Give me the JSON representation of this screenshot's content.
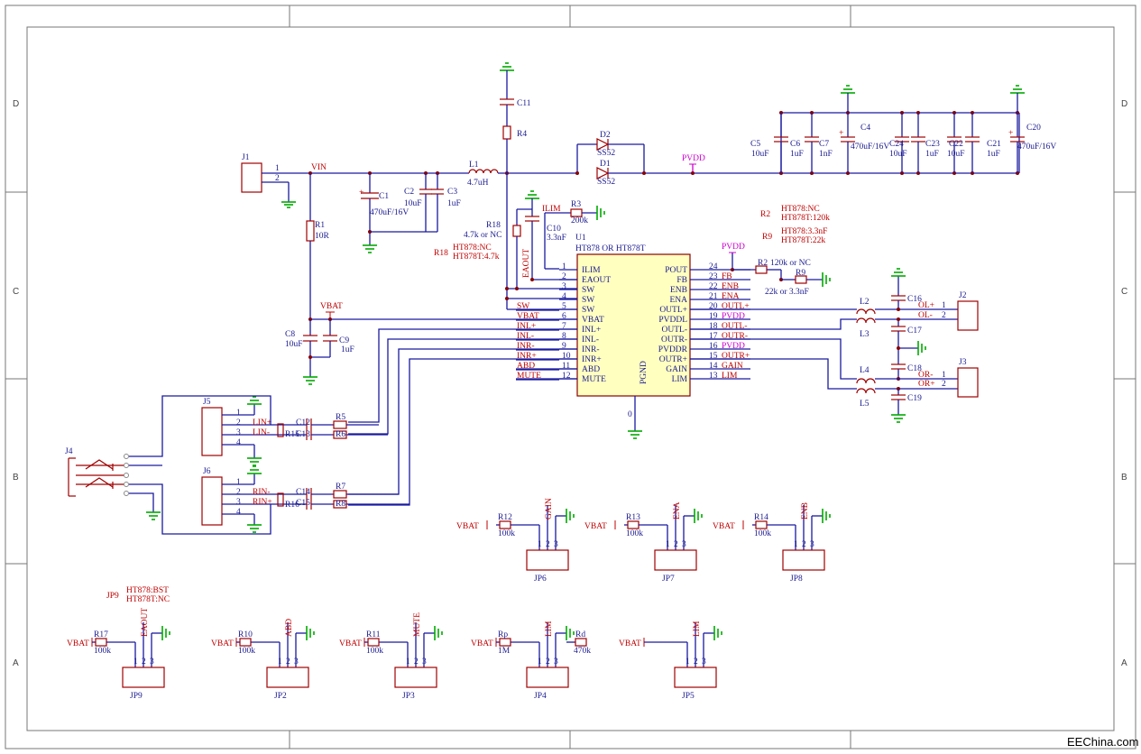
{
  "frame": {
    "col_labels": [
      "D",
      "C",
      "B",
      "A"
    ],
    "watermark": "EEChina.com"
  },
  "ic": {
    "ref": "U1",
    "part": "HT878  OR  HT878T",
    "left_pins": [
      {
        "num": "1",
        "name": "ILIM",
        "net": ""
      },
      {
        "num": "2",
        "name": "EAOUT",
        "net": ""
      },
      {
        "num": "3",
        "name": "SW",
        "net": ""
      },
      {
        "num": "4",
        "name": "SW",
        "net": ""
      },
      {
        "num": "5",
        "name": "SW",
        "net": "SW"
      },
      {
        "num": "6",
        "name": "VBAT",
        "net": "VBAT"
      },
      {
        "num": "7",
        "name": "INL+",
        "net": "INL+"
      },
      {
        "num": "8",
        "name": "INL-",
        "net": "INL-"
      },
      {
        "num": "9",
        "name": "INR-",
        "net": "INR-"
      },
      {
        "num": "10",
        "name": "INR+",
        "net": "INR+"
      },
      {
        "num": "11",
        "name": "ABD",
        "net": "ABD"
      },
      {
        "num": "12",
        "name": "MUTE",
        "net": "MUTE"
      }
    ],
    "right_pins": [
      {
        "num": "24",
        "name": "POUT",
        "net": ""
      },
      {
        "num": "23",
        "name": "FB",
        "net": "FB"
      },
      {
        "num": "22",
        "name": "ENB",
        "net": "ENB"
      },
      {
        "num": "21",
        "name": "ENA",
        "net": "ENA"
      },
      {
        "num": "20",
        "name": "OUTL+",
        "net": "OUTL+"
      },
      {
        "num": "19",
        "name": "PVDDL",
        "net": "PVDD"
      },
      {
        "num": "18",
        "name": "OUTL-",
        "net": "OUTL-"
      },
      {
        "num": "17",
        "name": "OUTR-",
        "net": "OUTR-"
      },
      {
        "num": "16",
        "name": "PVDDR",
        "net": "PVDD"
      },
      {
        "num": "15",
        "name": "OUTR+",
        "net": "OUTR+"
      },
      {
        "num": "14",
        "name": "GAIN",
        "net": "GAIN"
      },
      {
        "num": "13",
        "name": "LIM",
        "net": "LIM"
      }
    ],
    "bottom_pin": {
      "num": "0",
      "name": "PGND"
    }
  },
  "labels": {
    "j1": "J1",
    "j1p1": "1",
    "j1p2": "2",
    "vin": "VIN",
    "r1": "R1",
    "r1v": "10R",
    "c1": "C1",
    "c1v": "470uF/16V",
    "c2": "C2",
    "c2v": "10uF",
    "c3": "C3",
    "c3v": "1uF",
    "l1": "L1",
    "l1v": "4.7uH",
    "c11": "C11",
    "r4": "R4",
    "d2": "D2",
    "d2v": "SS52",
    "d1": "D1",
    "d1v": "SS52",
    "pvdd": "PVDD",
    "c5": "C5",
    "c5v": "10uF",
    "c6": "C6",
    "c6v": "1uF",
    "c7": "C7",
    "c7v": "1nF",
    "c4": "C4",
    "c4v": "470uF/16V",
    "c24": "C24",
    "c24v": "10uF",
    "c23": "C23",
    "c23v": "1uF",
    "c22": "C22",
    "c22v": "10uF",
    "c21": "C21",
    "c21v": "1uF",
    "c20": "C20",
    "c20v": "470uF/16V",
    "ilim": "ILIM",
    "r3": "R3",
    "r3v": "200k",
    "c10": "C10",
    "c10v": "3.3nF",
    "eaout": "EAOUT",
    "r18": "R18",
    "r18v": "4.7k or NC",
    "r18note_ref": "R18",
    "r18note1": "HT878:NC",
    "r18note2": "HT878T:4.7k",
    "r2note_ref": "R2",
    "r2note1": "HT878:NC",
    "r2note2": "HT878T:120k",
    "r9note_ref": "R9",
    "r9note1": "HT878:3.3nF",
    "r9note2": "HT878T:22k",
    "r2": "R2",
    "r2v": "120k or NC",
    "r9": "R9",
    "r9v": "22k  or 3.3nF",
    "vbat": "VBAT",
    "c8": "C8",
    "c8v": "10uF",
    "c9": "C9",
    "c9v": "1uF",
    "l2": "L2",
    "l3": "L3",
    "l4": "L4",
    "l5": "L5",
    "c16": "C16",
    "c17": "C17",
    "c18": "C18",
    "c19": "C19",
    "j2": "J2",
    "j3": "J3",
    "olp": "OL+",
    "olm": "OL-",
    "orm": "OR-",
    "orp": "OR+",
    "p1": "1",
    "p2": "2",
    "j4": "J4",
    "j5": "J5",
    "j6": "J6",
    "lin_p": "LIN+",
    "lin_m": "LIN-",
    "rin_m": "RIN-",
    "rin_p": "RIN+",
    "c12": "C12",
    "c13": "C13",
    "c14": "C14",
    "c15": "C15",
    "r5": "R5",
    "r6": "R6",
    "r7": "R7",
    "r8": "R8",
    "r15": "R15",
    "r16": "R16",
    "jp9note_ref": "JP9",
    "jp9note1": "HT878:BST",
    "jp9note2": "HT878T:NC"
  },
  "jumpers": [
    {
      "ref": "JP6",
      "r": "R12",
      "rv": "100k",
      "sig": "GAIN",
      "vbat": "VBAT"
    },
    {
      "ref": "JP7",
      "r": "R13",
      "rv": "100k",
      "sig": "ENA",
      "vbat": "VBAT"
    },
    {
      "ref": "JP8",
      "r": "R14",
      "rv": "100k",
      "sig": "ENB",
      "vbat": "VBAT"
    },
    {
      "ref": "JP9",
      "r": "R17",
      "rv": "100k",
      "sig": "EAOUT",
      "vbat": "VBAT"
    },
    {
      "ref": "JP2",
      "r": "R10",
      "rv": "100k",
      "sig": "ABD",
      "vbat": "VBAT"
    },
    {
      "ref": "JP3",
      "r": "R11",
      "rv": "100k",
      "sig": "MUTE",
      "vbat": "VBAT"
    },
    {
      "ref": "JP4",
      "r": "Rp",
      "rv": "1M",
      "sig": "LIM",
      "vbat": "VBAT",
      "r2": "Rd",
      "r2v": "470k"
    },
    {
      "ref": "JP5",
      "r": "",
      "rv": "",
      "sig": "LIM",
      "vbat": "VBAT"
    }
  ]
}
